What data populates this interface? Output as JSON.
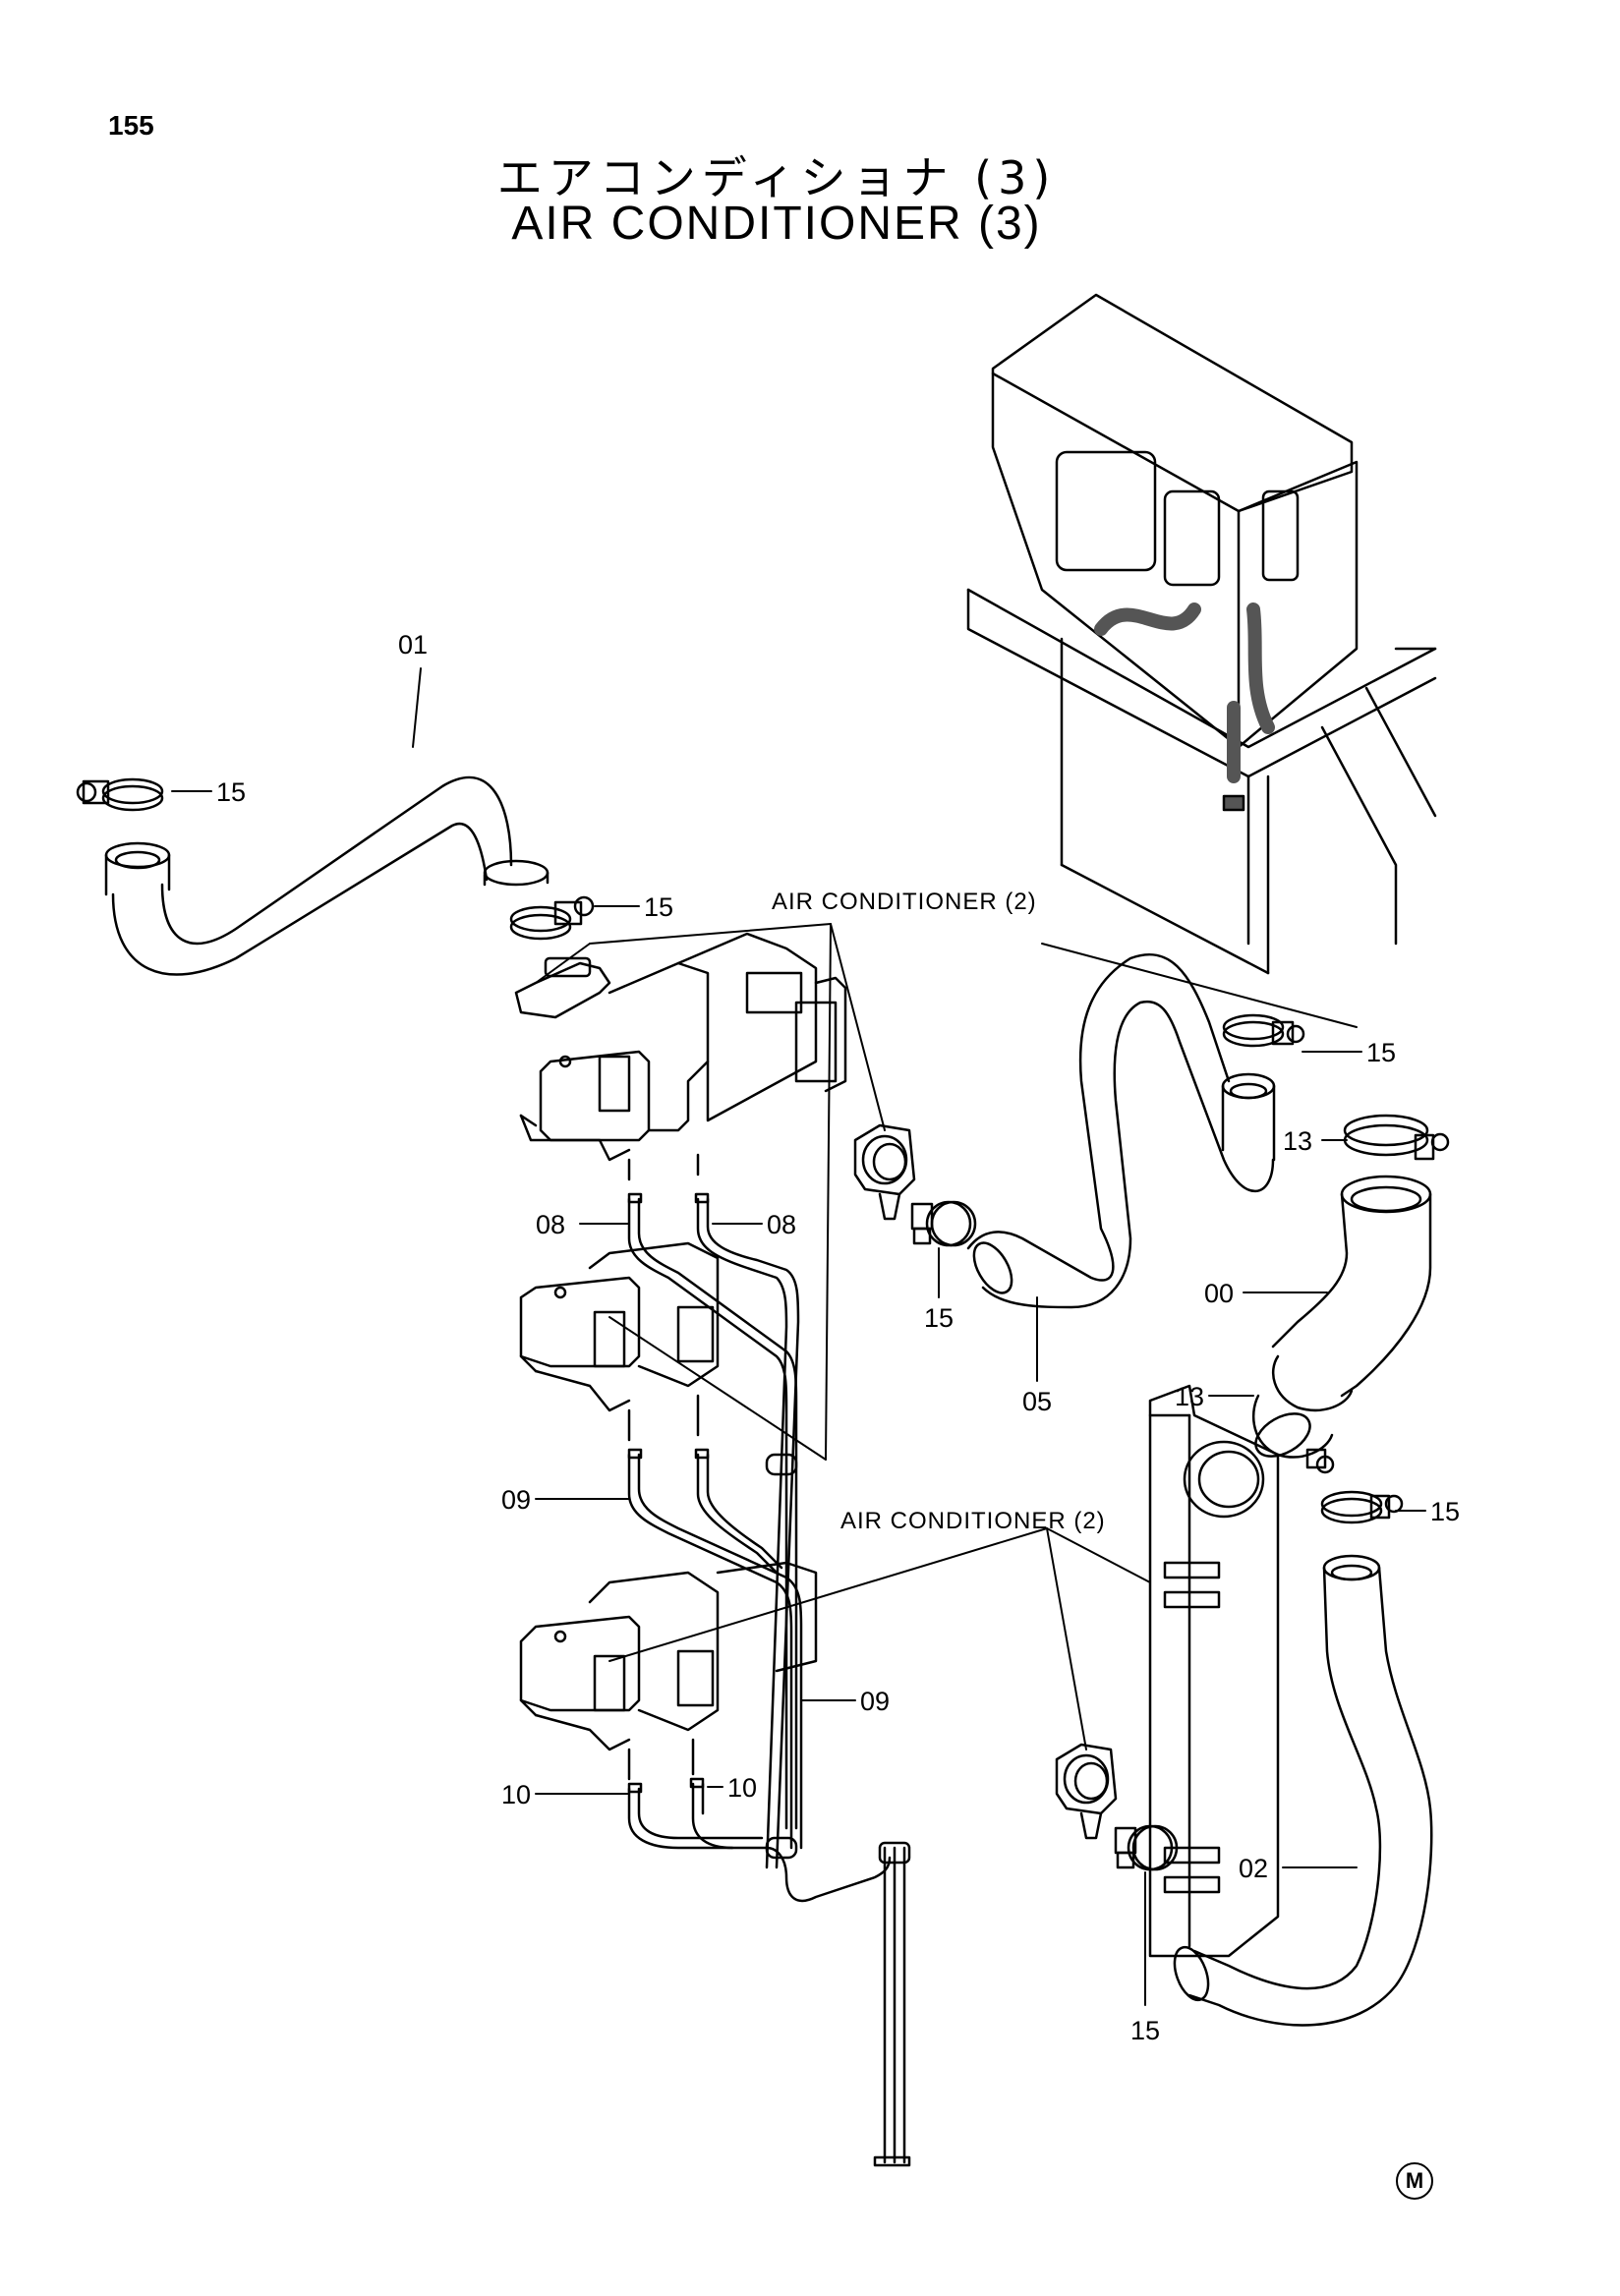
{
  "page_number": "155",
  "title_jp": "エアコンディショナ (3)",
  "title_en": "AIR CONDITIONER (3)",
  "part_labels": {
    "p01": "01",
    "p15_top_left": "15",
    "p15_top_mid": "15",
    "p15_right_upper": "15",
    "p13_upper": "13",
    "p00": "00",
    "p13_lower": "13",
    "p15_right_lower": "15",
    "p08_left": "08",
    "p08_right": "08",
    "p15_mid": "15",
    "p05": "05",
    "p09_left": "09",
    "p09_right": "09",
    "p10_left": "10",
    "p10_right": "10",
    "p02": "02",
    "p15_bottom": "15"
  },
  "references": {
    "ref_upper": "AIR CONDITIONER (2)",
    "ref_lower": "AIR CONDITIONER (2)"
  },
  "corner_mark": "M"
}
